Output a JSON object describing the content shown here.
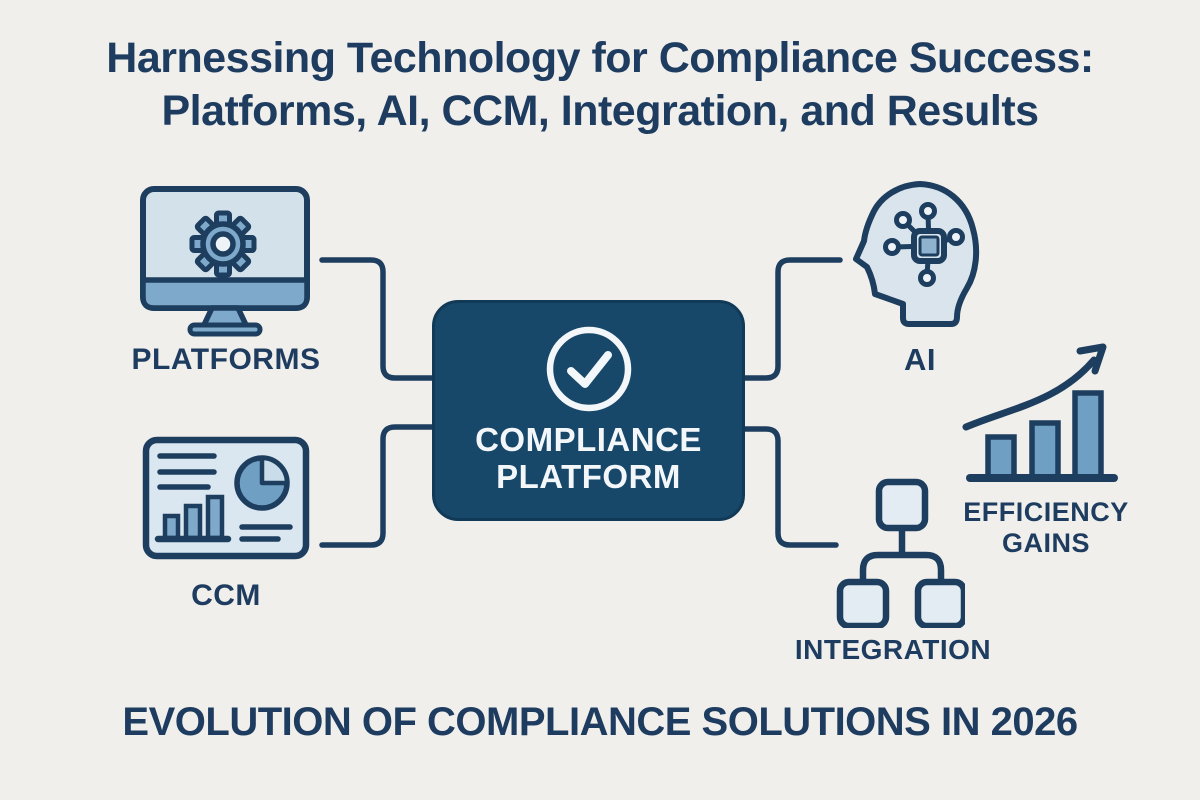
{
  "title": {
    "line1": "Harnessing Technology for Compliance Success:",
    "line2": "Platforms, AI, CCM, Integration, and Results"
  },
  "footer": {
    "text": "EVOLUTION OF COMPLIANCE SOLUTIONS IN 2026"
  },
  "center_box": {
    "icon": "check-circle-icon",
    "line1": "COMPLIANCE",
    "line2": "PLATFORM"
  },
  "nodes": {
    "platforms": {
      "label": "PLATFORMS",
      "icon": "monitor-gear-icon"
    },
    "ccm": {
      "label": "CCM",
      "icon": "dashboard-chart-icon"
    },
    "ai": {
      "label": "AI",
      "icon": "head-chip-icon"
    },
    "integration": {
      "label": "INTEGRATION",
      "icon": "hierarchy-icon"
    },
    "efficiency": {
      "label_line1": "EFFICIENCY",
      "label_line2": "GAINS",
      "icon": "growth-chart-icon"
    }
  },
  "colors": {
    "background": "#f0efec",
    "navy_text": "#1e3c5f",
    "outline_navy": "#1d3e5e",
    "center_box_fill": "#174769",
    "light_blue_fill": "#d8e5ee",
    "medium_blue_fill": "#7fa9ca",
    "chart_blue": "#6f9fc2",
    "white": "#f3f7fa"
  }
}
